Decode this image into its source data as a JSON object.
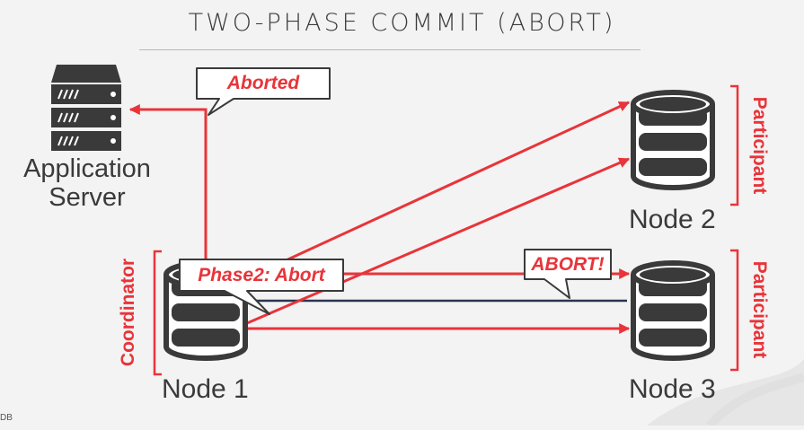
{
  "title": "TWO-PHASE COMMIT (ABORT)",
  "server": {
    "label": "Application Server"
  },
  "nodes": [
    {
      "label": "Node 1",
      "role": "Coordinator"
    },
    {
      "label": "Node 2",
      "role": "Participant"
    },
    {
      "label": "Node 3",
      "role": "Participant"
    }
  ],
  "callouts": {
    "aborted": "Aborted",
    "phase2": "Phase2: Abort",
    "abort": "ABORT!"
  },
  "footer": "DB",
  "colors": {
    "accent": "#e8343a",
    "dark": "#3a3a3a",
    "navy_line": "#2b3550",
    "background": "#f3f3f3"
  }
}
